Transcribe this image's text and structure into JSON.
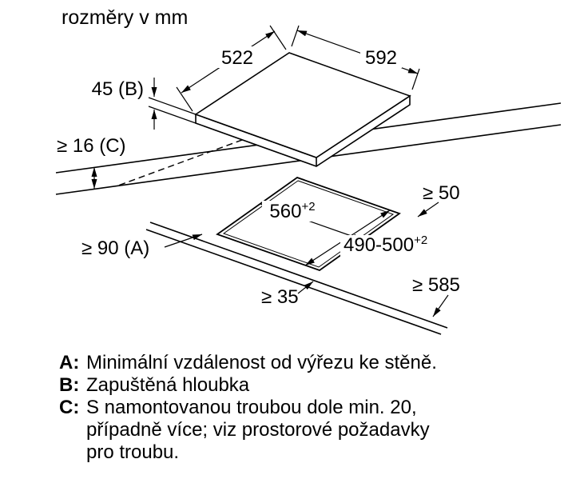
{
  "title": "rozměry v mm",
  "diagram": {
    "dim_left": "522",
    "dim_right": "592",
    "dim_depth_b": "45 (B)",
    "dim_thickness_c": "≥ 16 (C)",
    "dim_rear": "≥ 50",
    "cutout_width": "560",
    "cutout_width_sup": "+2",
    "cutout_depth": "490-500",
    "cutout_depth_sup": "+2",
    "dim_side_a": "≥ 90 (A)",
    "dim_front": "≥ 585",
    "dim_web": "≥ 35"
  },
  "legend": {
    "items": [
      {
        "key": "A:",
        "lines": [
          "Minimální vzdálenost od výřezu ke stěně."
        ]
      },
      {
        "key": "B:",
        "lines": [
          "Zapuštěná hloubka"
        ]
      },
      {
        "key": "C:",
        "lines": [
          "S namontovanou troubou dole min. 20,",
          "případně více; viz prostorové požadavky",
          "pro troubu."
        ]
      }
    ]
  },
  "colors": {
    "ink": "#000000",
    "background": "#ffffff"
  }
}
